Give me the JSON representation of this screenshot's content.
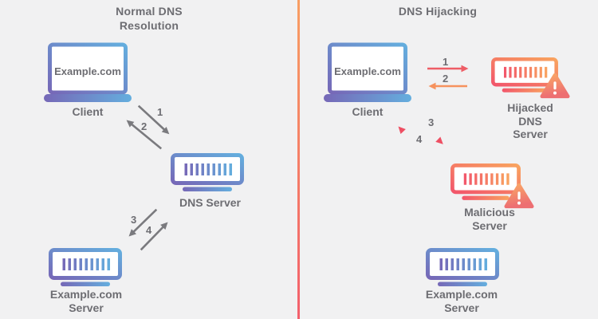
{
  "diagram": {
    "left": {
      "title": "Normal DNS\nResolution",
      "client_screen": "Example.com",
      "client_label": "Client",
      "dns_server_label": "DNS Server",
      "origin_server_label": "Example.com\nServer",
      "steps": [
        "1",
        "2",
        "3",
        "4"
      ]
    },
    "right": {
      "title": "DNS Hijacking",
      "client_screen": "Example.com",
      "client_label": "Client",
      "hijacked_dns_server_label": "Hijacked\nDNS\nServer",
      "malicious_server_label": "Malicious\nServer",
      "origin_server_label": "Example.com\nServer",
      "steps": [
        "1",
        "2",
        "3",
        "4"
      ]
    },
    "colors": {
      "background": "#f1f1f2",
      "text_gray": "#6d6d72",
      "arrow_gray": "#7a7a7e",
      "blue": "#64aede",
      "purple": "#7668b7",
      "red": "#ee4f63",
      "orange": "#f9a35f",
      "divider_top": "#f89e63",
      "divider_bottom": "#f3606c"
    }
  }
}
